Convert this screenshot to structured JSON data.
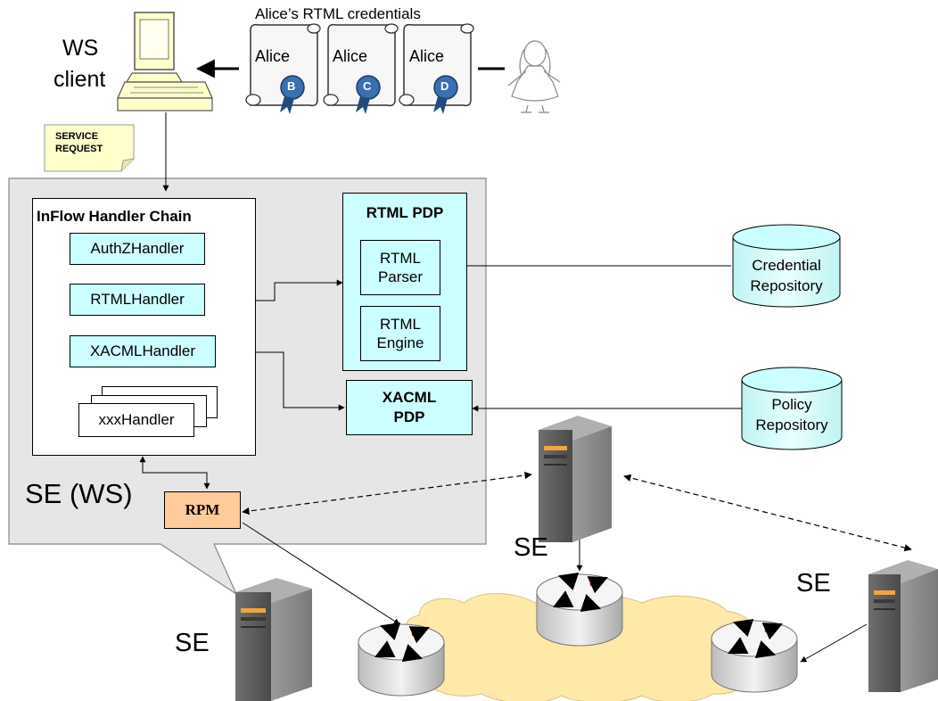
{
  "credentials": {
    "title": "Alice’s RTML credentials",
    "name": "Alice",
    "issuers": [
      "B",
      "C",
      "D"
    ]
  },
  "ws_client": {
    "line1": "WS",
    "line2": "client"
  },
  "service_request": {
    "line1": "SERVICE",
    "line2": "REQUEST"
  },
  "chain": {
    "title": "InFlow Handler Chain",
    "handlers": [
      "AuthZHandler",
      "RTMLHandler",
      "XACMLHandler",
      "xxxHandler"
    ]
  },
  "rtml_pdp": {
    "title": "RTML PDP",
    "parser": {
      "line1": "RTML",
      "line2": "Parser"
    },
    "engine": {
      "line1": "RTML",
      "line2": "Engine"
    }
  },
  "xacml_pdp": {
    "line1": "XACML",
    "line2": "PDP"
  },
  "credential_repo": {
    "line1": "Credential",
    "line2": "Repository"
  },
  "policy_repo": {
    "line1": "Policy",
    "line2": "Repository"
  },
  "se_ws": "SE (WS)",
  "rpm": "RPM",
  "se_labels": [
    "SE",
    "SE",
    "SE"
  ],
  "colors": {
    "callout_fill": "#e6e6e6",
    "box_fill": "#ccffff",
    "rpm_fill": "#ffcc99",
    "cloud_fill": "#ffe9a8",
    "note_fill": "#ffffcc"
  }
}
